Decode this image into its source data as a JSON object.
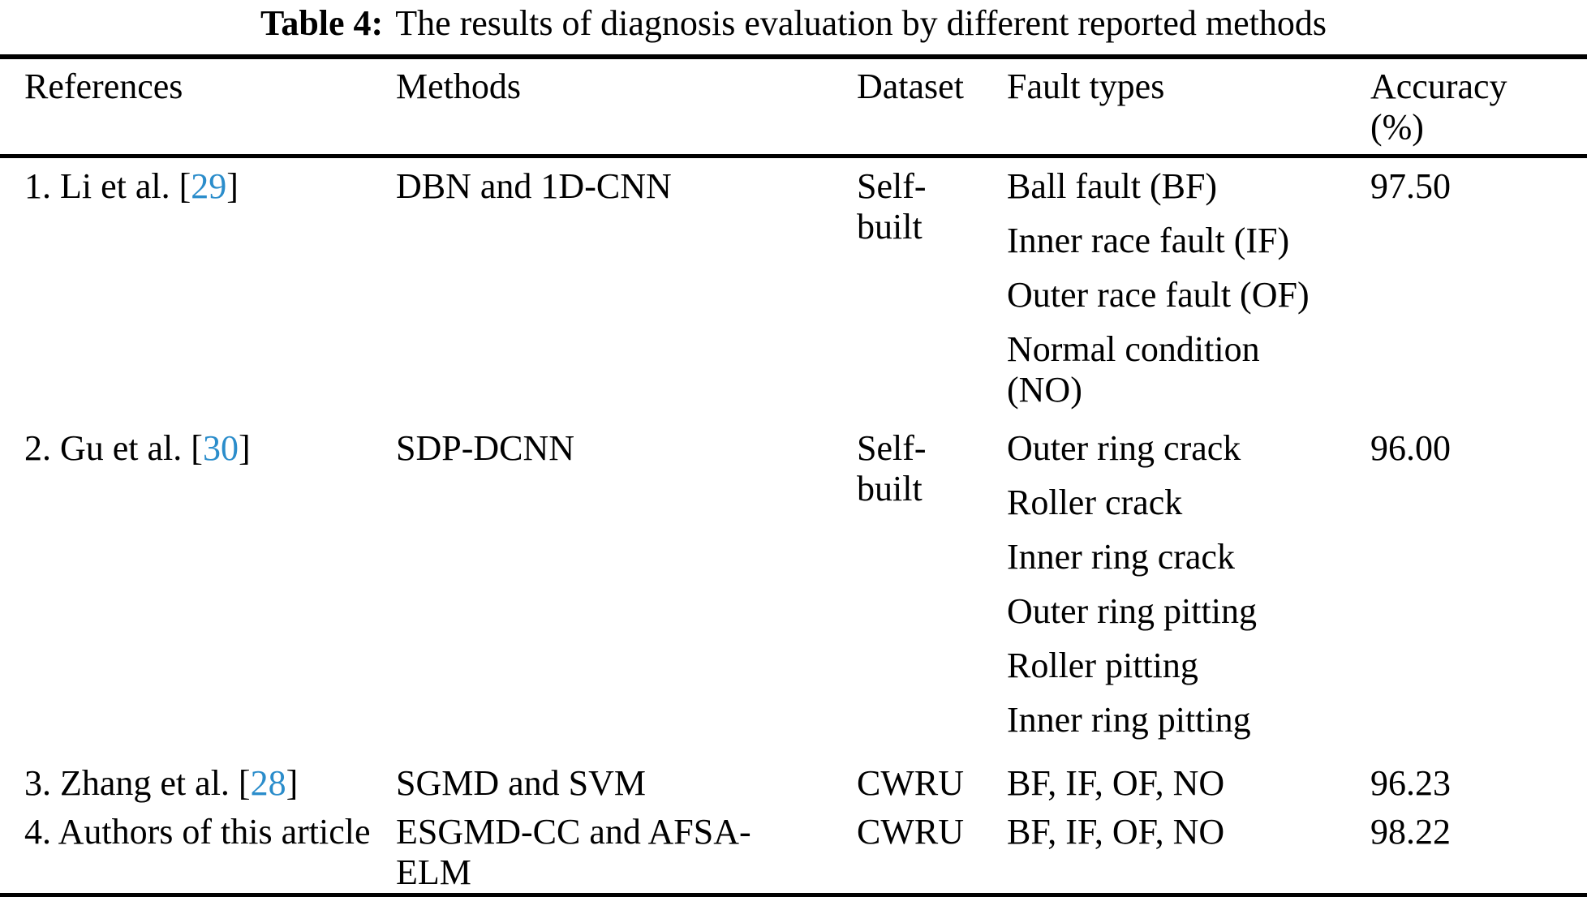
{
  "caption": {
    "label": "Table 4:",
    "text": "The results of diagnosis evaluation by different reported methods"
  },
  "colors": {
    "citation_link": "#2b8dcb",
    "text": "#000000",
    "rules": "#000000",
    "background": "#ffffff"
  },
  "table": {
    "headers": [
      "References",
      "Methods",
      "Dataset",
      "Fault types",
      "Accuracy (%)"
    ],
    "rows": [
      {
        "reference": {
          "prefix": "1. Li et al. ",
          "citation_open": "[",
          "citation": "29",
          "citation_close": "]"
        },
        "methods": "DBN and 1D-CNN",
        "dataset": "Self-built",
        "fault_types": [
          "Ball fault (BF)",
          "Inner race fault (IF)",
          "Outer race fault (OF)",
          "Normal condition (NO)"
        ],
        "accuracy": "97.50"
      },
      {
        "reference": {
          "prefix": "2. Gu et al. ",
          "citation_open": "[",
          "citation": "30",
          "citation_close": "]"
        },
        "methods": "SDP-DCNN",
        "dataset": "Self-built",
        "fault_types": [
          "Outer ring crack",
          "Roller crack",
          "Inner ring crack",
          "Outer ring pitting",
          "Roller pitting",
          "Inner ring pitting"
        ],
        "accuracy": "96.00"
      },
      {
        "reference": {
          "prefix": "3. Zhang et al. ",
          "citation_open": "[",
          "citation": "28",
          "citation_close": "]"
        },
        "methods": "SGMD and SVM",
        "dataset": "CWRU",
        "fault_types": [
          "BF, IF, OF, NO"
        ],
        "accuracy": "96.23"
      },
      {
        "reference": {
          "prefix": "4. Authors of this article"
        },
        "methods": "ESGMD-CC and AFSA-ELM",
        "dataset": "CWRU",
        "fault_types": [
          "BF, IF, OF, NO"
        ],
        "accuracy": "98.22"
      }
    ]
  }
}
